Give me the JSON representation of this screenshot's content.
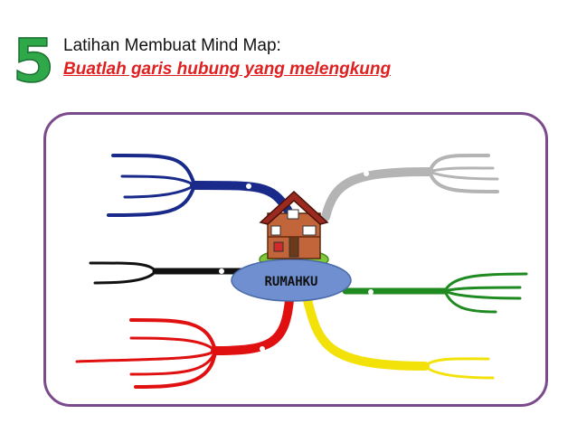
{
  "header": {
    "number": "5",
    "title": "Latihan Membuat Mind Map:",
    "subtitle": "Buatlah garis hubung yang melengkung"
  },
  "mindmap": {
    "center_label": "RUMAHKU",
    "center_icon": "house-icon",
    "colors": {
      "number_green": "#2fa84a",
      "frame": "#7b4a8a",
      "center_ellipse": "#6f8fd0",
      "blue": "#1a2a8a",
      "gray": "#b4b4b4",
      "black": "#111111",
      "green": "#1f8a1f",
      "red": "#e01010",
      "yellow": "#f2e20a"
    },
    "branches": [
      "blue",
      "gray",
      "black",
      "green",
      "red",
      "yellow"
    ]
  }
}
